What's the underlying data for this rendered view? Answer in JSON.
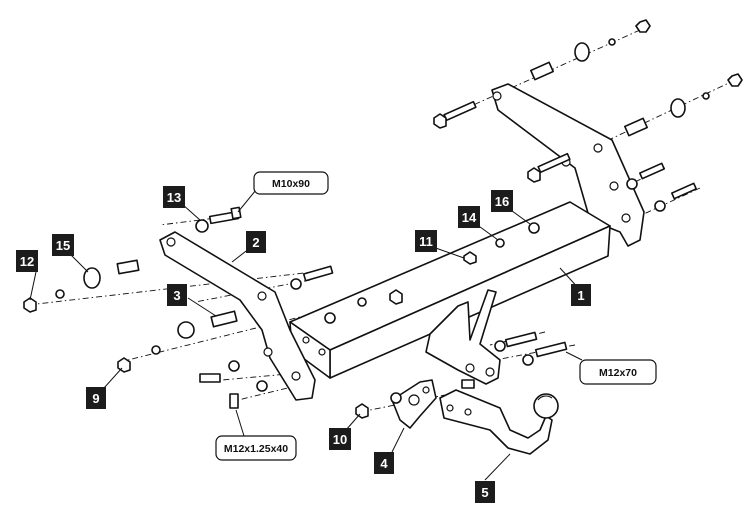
{
  "part_numbers": {
    "p1": "1",
    "p2": "2",
    "p3": "3",
    "p4": "4",
    "p5": "5",
    "p9": "9",
    "p10": "10",
    "p11": "11",
    "p12": "12",
    "p13": "13",
    "p14": "14",
    "p15": "15",
    "p16": "16"
  },
  "specs": {
    "m10x90": "M10x90",
    "m12x70": "M12x70",
    "m12x1_25x40": "M12x1.25x40"
  }
}
